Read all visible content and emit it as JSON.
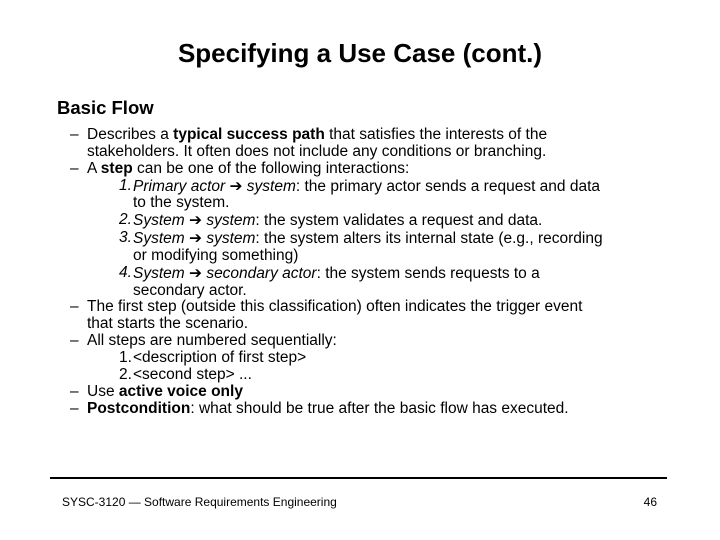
{
  "slide": {
    "title": "Specifying a Use Case (cont.)",
    "section_heading": "Basic Flow",
    "arrow_glyph": "➔",
    "colors": {
      "background": "#ffffff",
      "text": "#000000",
      "rule": "#000000"
    },
    "content": [
      {
        "marker": "–",
        "level": "dash",
        "lines": [
          [
            {
              "t": "Describes a "
            },
            {
              "t": "typical success path",
              "b": 1
            },
            {
              "t": " that satisfies the interests of the"
            }
          ],
          [
            {
              "t": "stakeholders. It often does not include any conditions or branching."
            }
          ]
        ]
      },
      {
        "marker": "–",
        "level": "dash",
        "lines": [
          [
            {
              "t": "A "
            },
            {
              "t": "step",
              "b": 1
            },
            {
              "t": " can be one of the following interactions:"
            }
          ]
        ]
      },
      {
        "marker": "1.",
        "level": "num",
        "mi": 1,
        "lines": [
          [
            {
              "t": "Primary actor",
              "i": 1
            },
            {
              "t": " "
            },
            {
              "t": "➔",
              "arrow": 1
            },
            {
              "t": " "
            },
            {
              "t": "system",
              "i": 1
            },
            {
              "t": ": the primary actor sends a request and data"
            }
          ],
          [
            {
              "t": "to the system."
            }
          ]
        ]
      },
      {
        "marker": "2.",
        "level": "num",
        "mi": 1,
        "lines": [
          [
            {
              "t": "System",
              "i": 1
            },
            {
              "t": " "
            },
            {
              "t": "➔",
              "arrow": 1
            },
            {
              "t": " "
            },
            {
              "t": "system",
              "i": 1
            },
            {
              "t": ": the system validates a request and data."
            }
          ]
        ]
      },
      {
        "marker": "3.",
        "level": "num",
        "mi": 1,
        "lines": [
          [
            {
              "t": "System",
              "i": 1
            },
            {
              "t": " "
            },
            {
              "t": "➔",
              "arrow": 1
            },
            {
              "t": " "
            },
            {
              "t": "system",
              "i": 1
            },
            {
              "t": ": the system alters its internal state (e.g., recording"
            }
          ],
          [
            {
              "t": "or modifying something)"
            }
          ]
        ]
      },
      {
        "marker": "4.",
        "level": "num",
        "mi": 1,
        "lines": [
          [
            {
              "t": "System",
              "i": 1
            },
            {
              "t": " "
            },
            {
              "t": "➔",
              "arrow": 1
            },
            {
              "t": " "
            },
            {
              "t": "secondary actor",
              "i": 1
            },
            {
              "t": ": the system sends requests to a"
            }
          ],
          [
            {
              "t": "secondary actor."
            }
          ]
        ]
      },
      {
        "marker": "–",
        "level": "dash",
        "lines": [
          [
            {
              "t": "The first step (outside this classification) often indicates the trigger event"
            }
          ],
          [
            {
              "t": "that starts the scenario."
            }
          ]
        ]
      },
      {
        "marker": "–",
        "level": "dash",
        "lines": [
          [
            {
              "t": "All steps are numbered sequentially:"
            }
          ]
        ]
      },
      {
        "marker": "1.",
        "level": "num",
        "lines": [
          [
            {
              "t": "<description of first step>"
            }
          ]
        ]
      },
      {
        "marker": "2.",
        "level": "num",
        "lines": [
          [
            {
              "t": "<second step> ..."
            }
          ]
        ]
      },
      {
        "marker": "–",
        "level": "dash",
        "lines": [
          [
            {
              "t": "Use "
            },
            {
              "t": "active voice only",
              "b": 1
            }
          ]
        ]
      },
      {
        "marker": "–",
        "level": "dash",
        "lines": [
          [
            {
              "t": "Postcondition",
              "b": 1
            },
            {
              "t": ": what should be true after the basic flow has executed."
            }
          ]
        ]
      }
    ],
    "footer": {
      "course": "SYSC-3120 — Software Requirements Engineering",
      "page_number": "46"
    }
  }
}
